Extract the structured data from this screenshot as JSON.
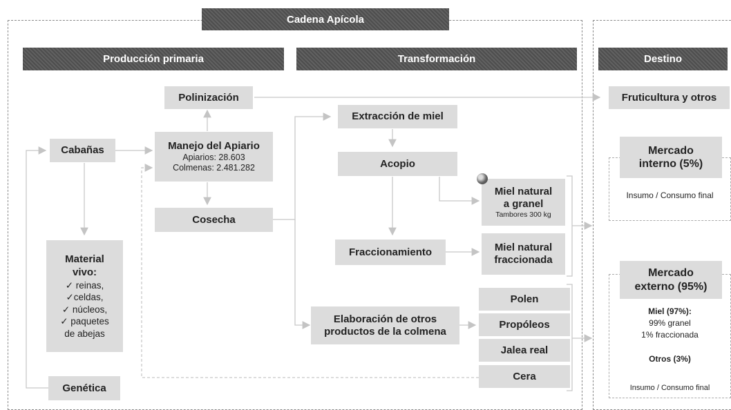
{
  "title": "Cadena Apícola",
  "sections": {
    "produccion": "Producción primaria",
    "transformacion": "Transformación",
    "destino": "Destino"
  },
  "nodes": {
    "polinizacion": "Polinización",
    "manejo": {
      "title": "Manejo del Apiario",
      "apiarios": "Apiarios: 28.603",
      "colmenas": "Colmenas: 2.481.282"
    },
    "cabanas": "Cabañas",
    "cosecha": "Cosecha",
    "material": {
      "line1": "Material",
      "line2": "vivo:",
      "items": [
        "✓ reinas,",
        "✓celdas,",
        "✓ núcleos,",
        "✓ paquetes",
        "de abejas"
      ]
    },
    "genetica": "Genética",
    "extraccion": "Extracción de miel",
    "acopio": "Acopio",
    "fraccionamiento": "Fraccionamiento",
    "miel_granel": {
      "line1": "Miel natural",
      "line2": "a granel",
      "sub": "Tambores 300 kg"
    },
    "miel_fraccionada": {
      "line1": "Miel natural",
      "line2": "fraccionada"
    },
    "elaboracion": {
      "line1": "Elaboración de otros",
      "line2": "productos de la colmena"
    },
    "polen": "Polen",
    "propoleos": "Propóleos",
    "jalea": "Jalea real",
    "cera": "Cera"
  },
  "destinos": {
    "fruticultura": "Fruticultura y otros",
    "interno": {
      "line1": "Mercado",
      "line2": "interno (5%)",
      "desc": "Insumo / Consumo final"
    },
    "externo": {
      "line1": "Mercado",
      "line2": "externo (95%)",
      "miel": "Miel (97%):",
      "granel": "99% granel",
      "fraccionada": "1% fraccionada",
      "otros": "Otros (3%)",
      "desc": "Insumo / Consumo final"
    }
  },
  "colors": {
    "header": "#555555",
    "box": "#dcdcdc",
    "arrow": "#c8c8c8",
    "frame": "#888888"
  }
}
